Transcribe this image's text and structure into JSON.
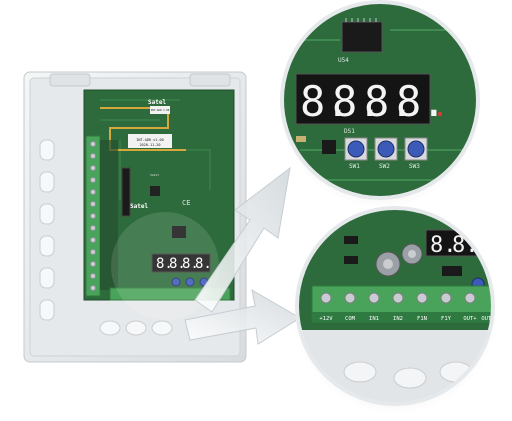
{
  "board": {
    "brand": "Satel",
    "brand_small": "Satel",
    "ce_mark": "CE",
    "label_line1": "INT-ADR v1.00",
    "label_line2": "2020-11-20",
    "label_tag_line1": "INT-ADR 1.00",
    "label_tag_line2": "2020-11-20",
    "display_digits": [
      "8.",
      "8.",
      "8.",
      "8."
    ],
    "component_label": "SW223"
  },
  "zoom_top": {
    "chip_label": "U54",
    "display_digits": [
      "8.",
      "8.",
      "8.",
      "8."
    ],
    "side_label": "DS1",
    "buttons": [
      {
        "label": "SW1"
      },
      {
        "label": "SW2"
      },
      {
        "label": "SW3"
      }
    ]
  },
  "zoom_bottom": {
    "display_digits": [
      "8.",
      "8."
    ],
    "terminal_labels": [
      "+12V",
      "COM",
      "IN1",
      "IN2",
      "F1N",
      "F1Y",
      "OUT+",
      "OUT-"
    ]
  },
  "colors": {
    "pcb": "#2d6b3c",
    "pcb_dark": "#1f5530",
    "enclosure": "#eceff1",
    "terminal": "#4aa35a",
    "button_blue": "#3c5bb8",
    "led_red": "#e53935"
  }
}
